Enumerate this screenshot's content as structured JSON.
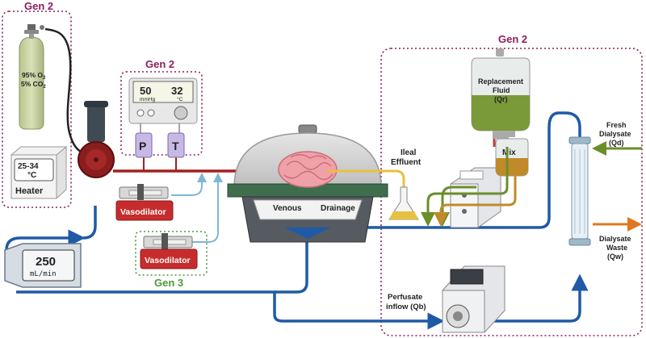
{
  "colors": {
    "gen2": "#8b1f5e",
    "gen3": "#4a9a3a",
    "arterial": "#a52020",
    "venous": "#1f5aa6",
    "light_line": "#7fb6d6",
    "replacement": "#7a9a3a",
    "mix": "#c08a2a",
    "effluent": "#e8c040",
    "outflow": "#e07820"
  },
  "groups": {
    "top_left": "Gen 2",
    "monitor": "Gen 2",
    "right": "Gen 2",
    "syringe2": "Gen 3"
  },
  "cylinder": {
    "line1": "95% O",
    "sub1": "2",
    "line2": "5% CO",
    "sub2": "2"
  },
  "heater": {
    "temp": "25-34",
    "unit": "°C",
    "label": "Heater"
  },
  "monitor": {
    "pressure": "50",
    "pressure_unit": "mmHg",
    "temp": "32",
    "temp_unit": "°C",
    "p_label": "P",
    "t_label": "T"
  },
  "syringe1": {
    "label": "Vasodilator"
  },
  "syringe2": {
    "label": "Vasodilator"
  },
  "pump_display": {
    "value": "250",
    "unit": "mL/min"
  },
  "organ": {
    "venous": "Venous",
    "drainage": "Drainage"
  },
  "ileal": {
    "line1": "Ileal",
    "line2": "Effluent"
  },
  "replacement": {
    "line1": "Replacement",
    "line2": "Fluid",
    "line3": "(Qr)"
  },
  "mix": {
    "label": "Mix"
  },
  "fresh": {
    "line1": "Fresh",
    "line2": "Dialysate",
    "line3": "(Qd)"
  },
  "waste": {
    "line1": "Dialysate",
    "line2": "Waste",
    "line3": "(Qw)"
  },
  "perfusate": {
    "line1": "Perfusate",
    "line2": "inflow (Qb)"
  },
  "icons": [
    "gas-cylinder-icon",
    "heater-icon",
    "oxygenator-icon",
    "pressure-monitor-icon",
    "syringe-pump-icon",
    "organ-chamber-icon",
    "intestine-icon",
    "flask-icon",
    "iv-bag-icon",
    "dialysis-machine-icon",
    "dialyzer-icon",
    "peristaltic-pump-icon",
    "flow-display-icon"
  ]
}
